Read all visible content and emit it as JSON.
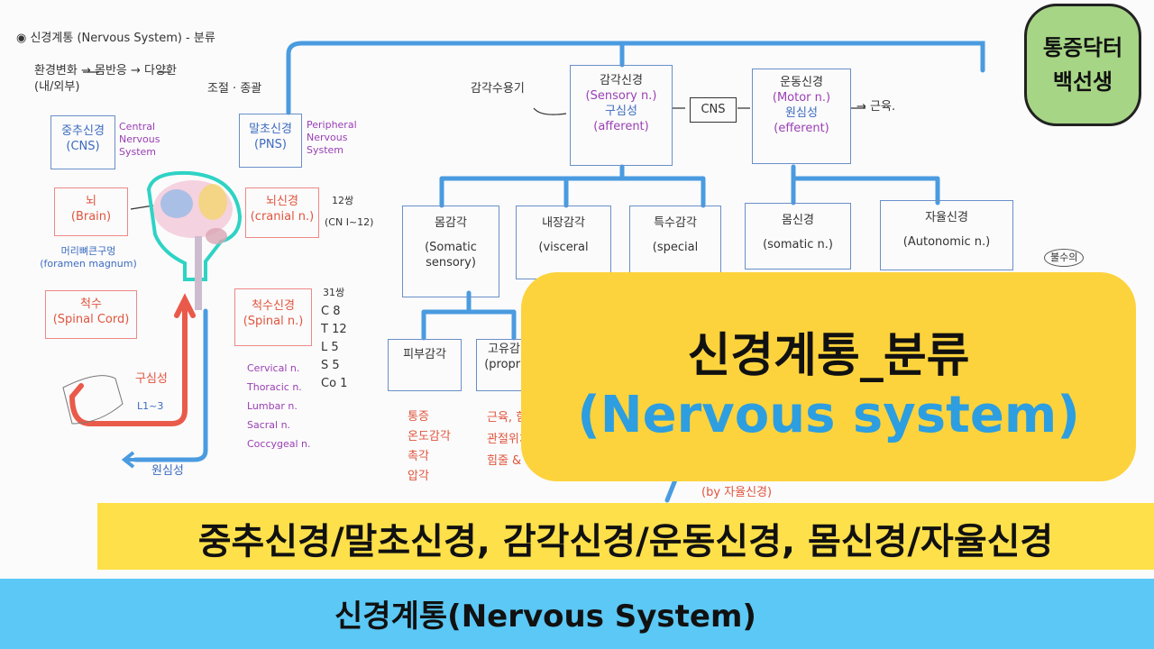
{
  "notes": {
    "header": "◉ 신경계통 (Nervous System) - 분류",
    "line1": "환경변화 → 몸반응 → 다양한",
    "line1b": "조절 · 종괄",
    "line1c": "(내/외부)",
    "cns_box": [
      "중추신경",
      "(CNS)"
    ],
    "cns_label": [
      "Central",
      "Nervous",
      "System"
    ],
    "pns_box": [
      "말초신경",
      "(PNS)"
    ],
    "pns_label": [
      "Peripheral",
      "Nervous",
      "System"
    ],
    "brain_box": [
      "뇌",
      "(Brain)"
    ],
    "foramen": [
      "머리뼈큰구멍",
      "(foramen magnum)"
    ],
    "spinal_cord_box": [
      "척수",
      "(Spinal Cord)"
    ],
    "cranial_box": [
      "뇌신경",
      "(cranial n.)"
    ],
    "cranial_count": "12쌍",
    "cranial_range": "(CN I~12)",
    "spinal_nerve_box": [
      "척수신경",
      "(Spinal n.)"
    ],
    "spinal_count": "31쌍",
    "spinal_segments": [
      "C 8",
      "T 12",
      "L 5",
      "S 5",
      "Co 1"
    ],
    "spinal_regions": [
      "Cervical n.",
      "Thoracic n.",
      "Lumbar n.",
      "Sacral n.",
      "Coccygeal n."
    ],
    "afferent_label": "구심성",
    "afferent_sub": "L1~3",
    "efferent_label": "원심성",
    "receptor": "감각수용기",
    "sensory_box": [
      "감각신경",
      "(Sensory n.)",
      "구심성",
      "(afferent)"
    ],
    "cns_small": "CNS",
    "motor_box": [
      "운동신경",
      "(Motor n.)",
      "원심성",
      "(efferent)"
    ],
    "muscle": "→ 근육.",
    "somatic_sensory": [
      "몸감각",
      "(Somatic",
      "sensory)"
    ],
    "visceral": [
      "내장감각",
      "(visceral",
      ")"
    ],
    "special": [
      "특수감각",
      "(special",
      ")"
    ],
    "somatic_motor": [
      "몸신경",
      "(somatic n.)"
    ],
    "autonomic": [
      "자율신경",
      "(Autonomic n.)"
    ],
    "involuntary": "불수의",
    "skin": "피부감각",
    "proprio": [
      "고유감",
      "(propri"
    ],
    "skin_list": [
      "통증",
      "온도감각",
      "촉각",
      "압각"
    ],
    "proprio_list": [
      "근육, 힘",
      "관절위치",
      "힘줄 &"
    ],
    "by_autonomic": "(by 자율신경)"
  },
  "badge": {
    "line1": "통증닥터",
    "line2": "백선생"
  },
  "title": {
    "korean": "신경계통_분류",
    "english": "(Nervous system)"
  },
  "subtitle": "중추신경/말초신경, 감각신경/운동신경, 몸신경/자율신경",
  "bottom_bar": "신경계통(Nervous System)",
  "colors": {
    "card_yellow": "#fdd33d",
    "english_blue": "#2d9ee0",
    "bar_blue": "#5bc8f5",
    "badge_green": "#a6d585"
  }
}
